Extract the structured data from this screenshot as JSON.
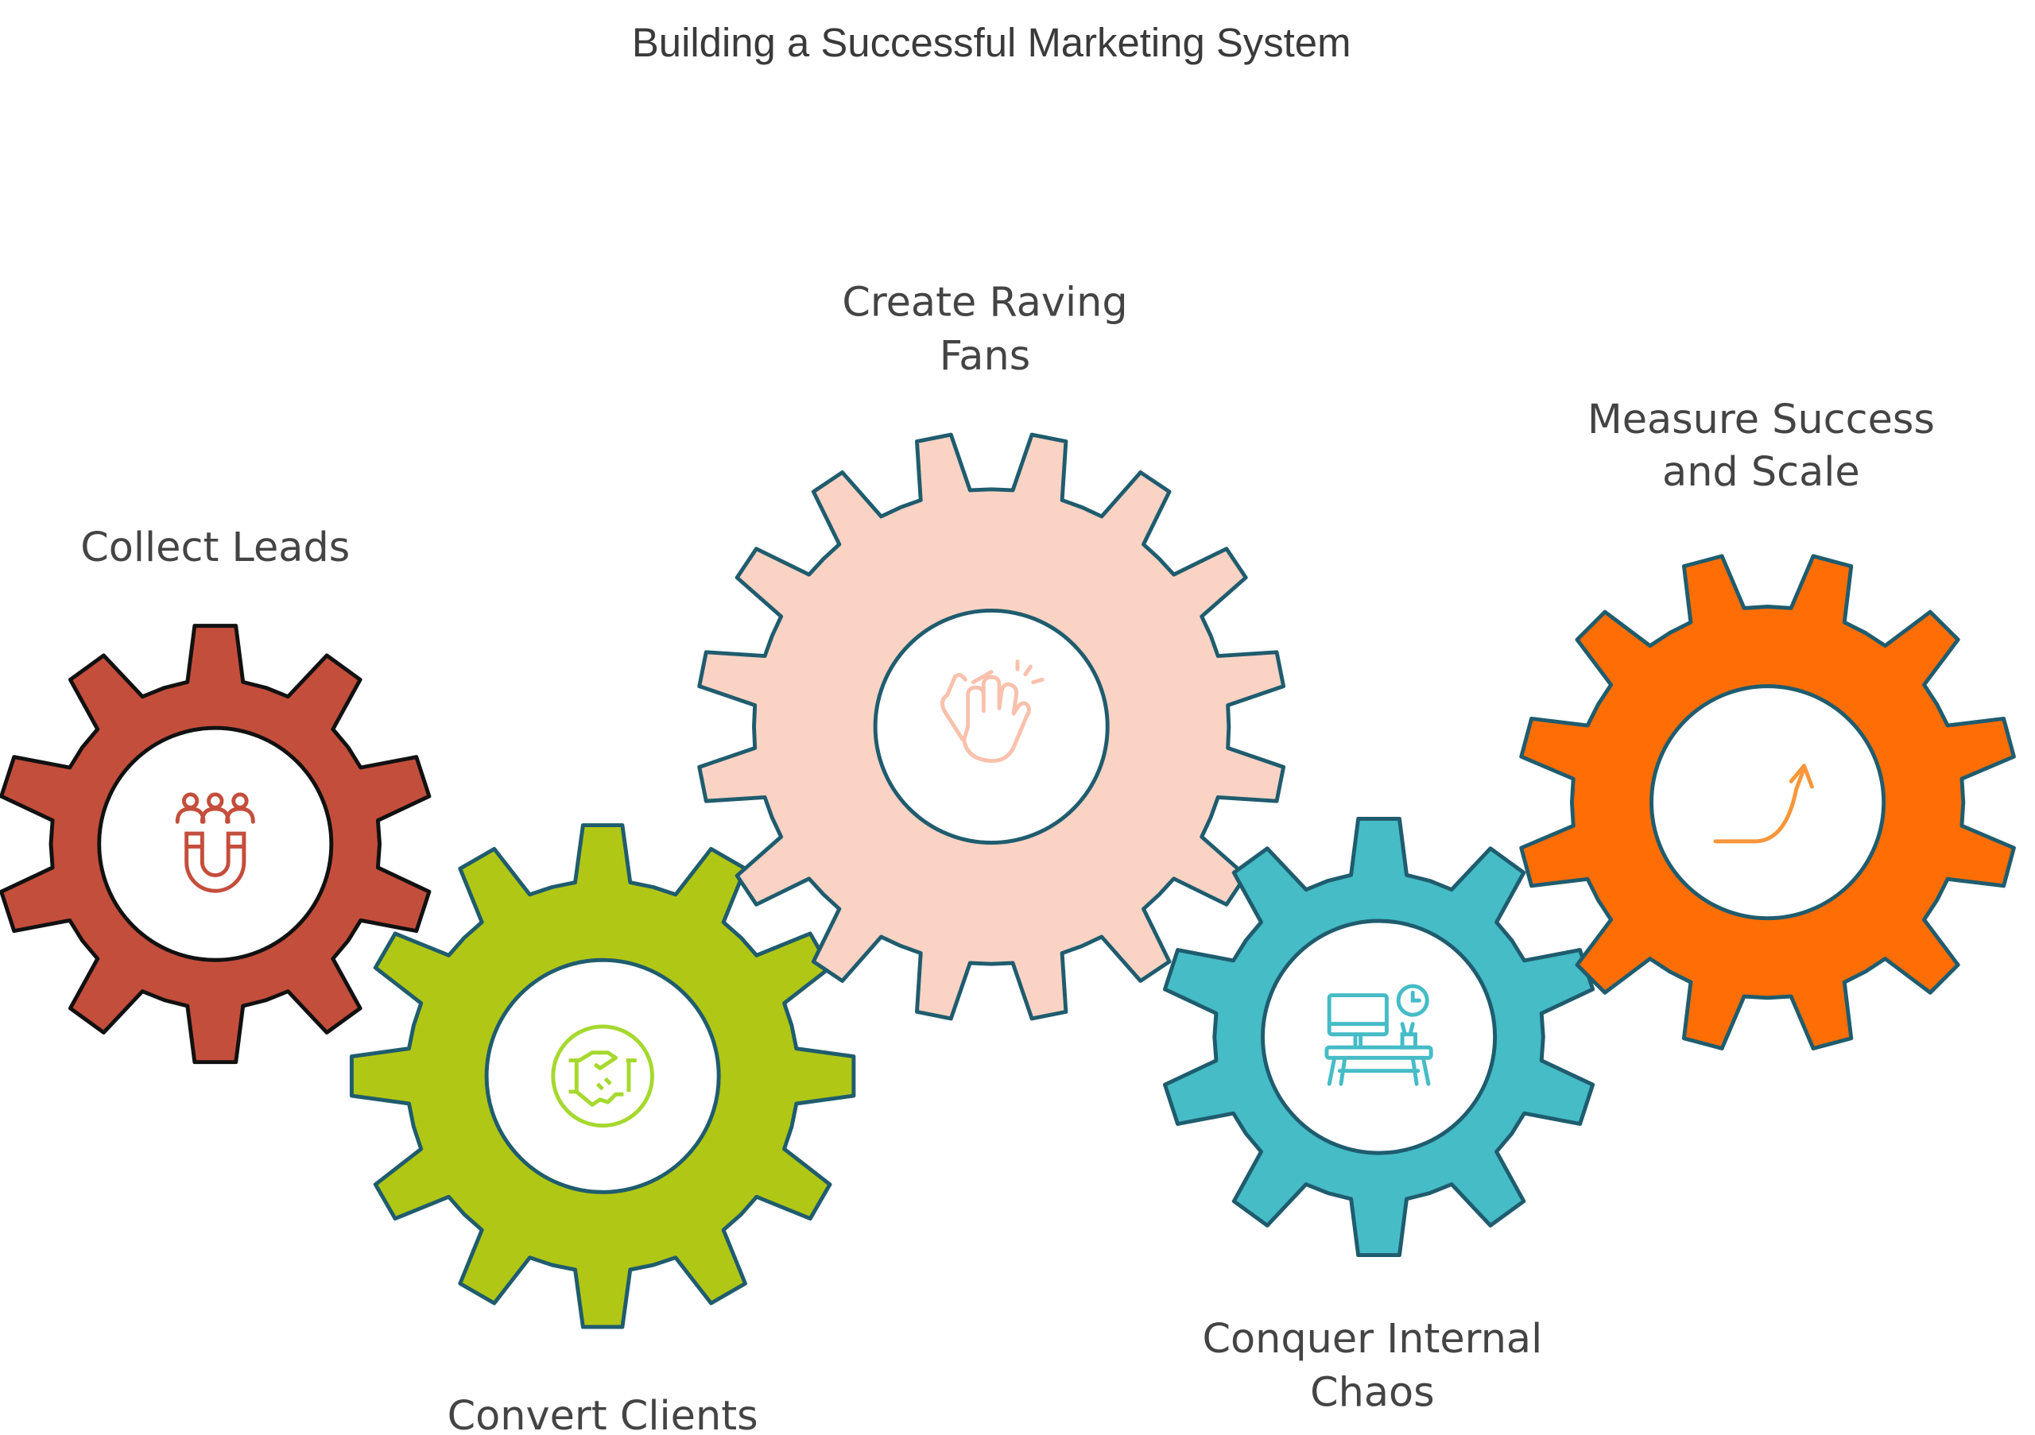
{
  "title": "Building a Successful Marketing System",
  "steps": [
    {
      "label_lines": [
        "Collect Leads"
      ],
      "icon": "magnet-people-icon",
      "fill": "#c44e3c",
      "stroke": "#111111",
      "icon_color": "#c44e3c",
      "teeth": 10
    },
    {
      "label_lines": [
        "Convert Clients"
      ],
      "icon": "handshake-icon",
      "fill": "#b0c716",
      "stroke": "#1f5c6e",
      "icon_color": "#a6d82e",
      "teeth": 12
    },
    {
      "label_lines": [
        "Create Raving",
        "Fans"
      ],
      "icon": "clapping-hands-icon",
      "fill": "#fbd3c4",
      "stroke": "#1f5c6e",
      "icon_color": "#f9c1ad",
      "teeth": 16
    },
    {
      "label_lines": [
        "Conquer Internal",
        "Chaos"
      ],
      "icon": "desk-clock-icon",
      "fill": "#45bcc6",
      "stroke": "#1f5c6e",
      "icon_color": "#45bcc6",
      "teeth": 10
    },
    {
      "label_lines": [
        "Measure Success",
        "and Scale"
      ],
      "icon": "growth-arrow-icon",
      "fill": "#ff6e04",
      "stroke": "#1f5c6e",
      "icon_color": "#f7963a",
      "teeth": 12
    }
  ]
}
